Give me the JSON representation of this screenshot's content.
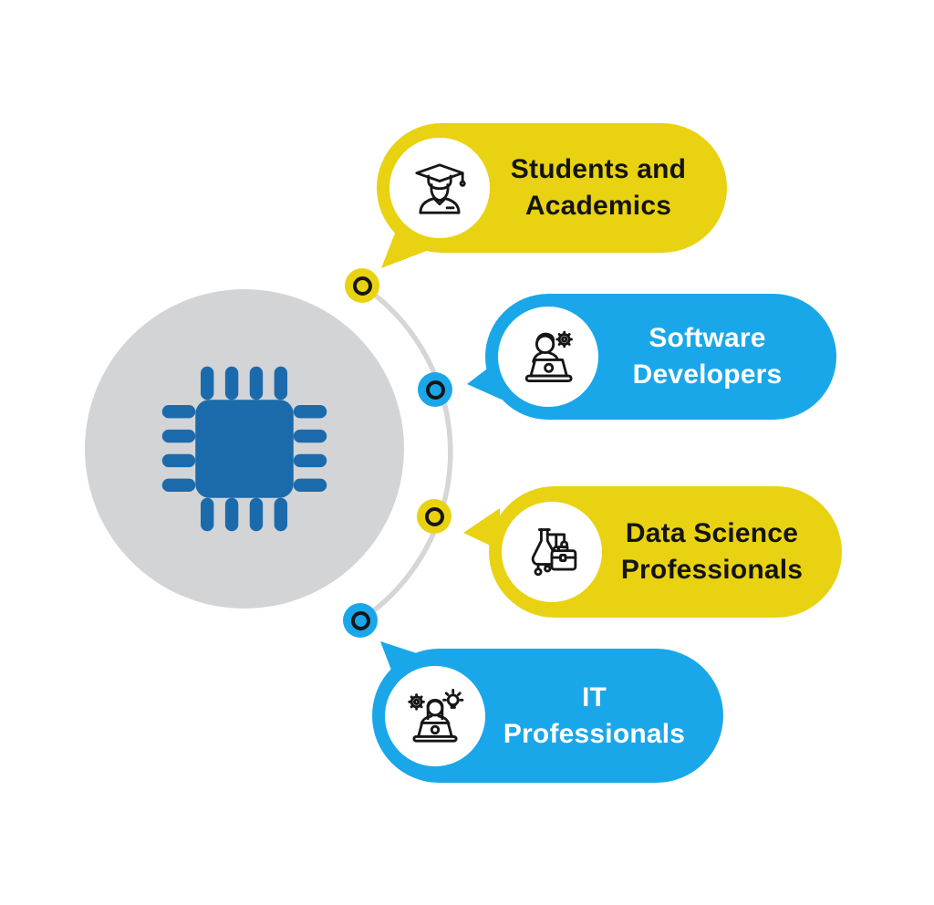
{
  "canvas": {
    "background": "#ffffff"
  },
  "colors": {
    "yellow": "#e9d211",
    "blue": "#1aa7e9",
    "chip_blue": "#1b6aab",
    "gray_circle": "#d2d4d6",
    "arc_gray": "#d6d6d6",
    "node_ring": "#161616",
    "dark_text": "#141414",
    "light_text": "#ffffff"
  },
  "center": {
    "icon": "cpu-chip-icon"
  },
  "connector": {
    "nodes": [
      {
        "color": "#e9d211"
      },
      {
        "color": "#1aa7e9"
      },
      {
        "color": "#e9d211"
      },
      {
        "color": "#1aa7e9"
      }
    ]
  },
  "bubbles": [
    {
      "id": "students-academics",
      "lines": [
        "Students and",
        "Academics"
      ],
      "bg": "#e9d211",
      "text_color": "#141414",
      "icon": "graduate-student-icon"
    },
    {
      "id": "software-developers",
      "lines": [
        "Software",
        "Developers"
      ],
      "bg": "#1aa7e9",
      "text_color": "#ffffff",
      "icon": "developer-laptop-gear-icon"
    },
    {
      "id": "data-science-professionals",
      "lines": [
        "Data Science",
        "Professionals"
      ],
      "bg": "#e9d211",
      "text_color": "#141414",
      "icon": "flask-briefcase-icon"
    },
    {
      "id": "it-professionals",
      "lines": [
        "IT",
        "Professionals"
      ],
      "bg": "#1aa7e9",
      "text_color": "#ffffff",
      "icon": "person-gear-lightbulb-icon"
    }
  ]
}
